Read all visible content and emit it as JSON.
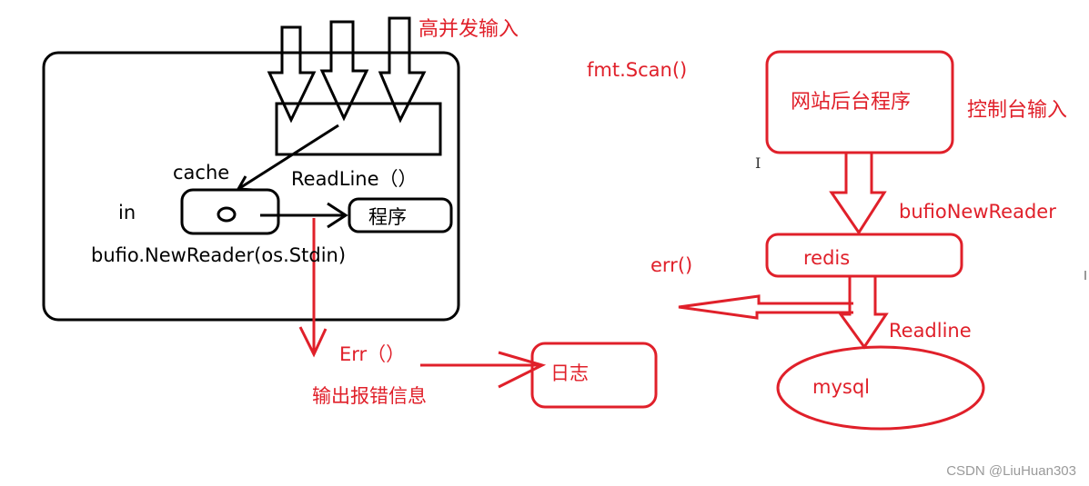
{
  "labels": {
    "high_concurrency_input": "高并发输入",
    "cache": "cache",
    "readline_call": "ReadLine（）",
    "in": "in",
    "program_box": "程序",
    "bufio_newreader_stdin": "bufio.NewReader(os.Stdin)",
    "err_call": "Err（）",
    "output_error_info": "输出报错信息",
    "log_box": "日志",
    "fmt_scan": "fmt.Scan()",
    "backend_box": "网站后台程序",
    "console_input": "控制台输入",
    "bufio_newreader": "bufioNewReader",
    "redis_box": "redis",
    "err_short": "err()",
    "readline": "Readline",
    "mysql_box": "mysql"
  },
  "watermark": "CSDN @LiuHuan303",
  "colors": {
    "black": "#000000",
    "red": "#e0202a",
    "watermark": "#9a9a9a"
  }
}
